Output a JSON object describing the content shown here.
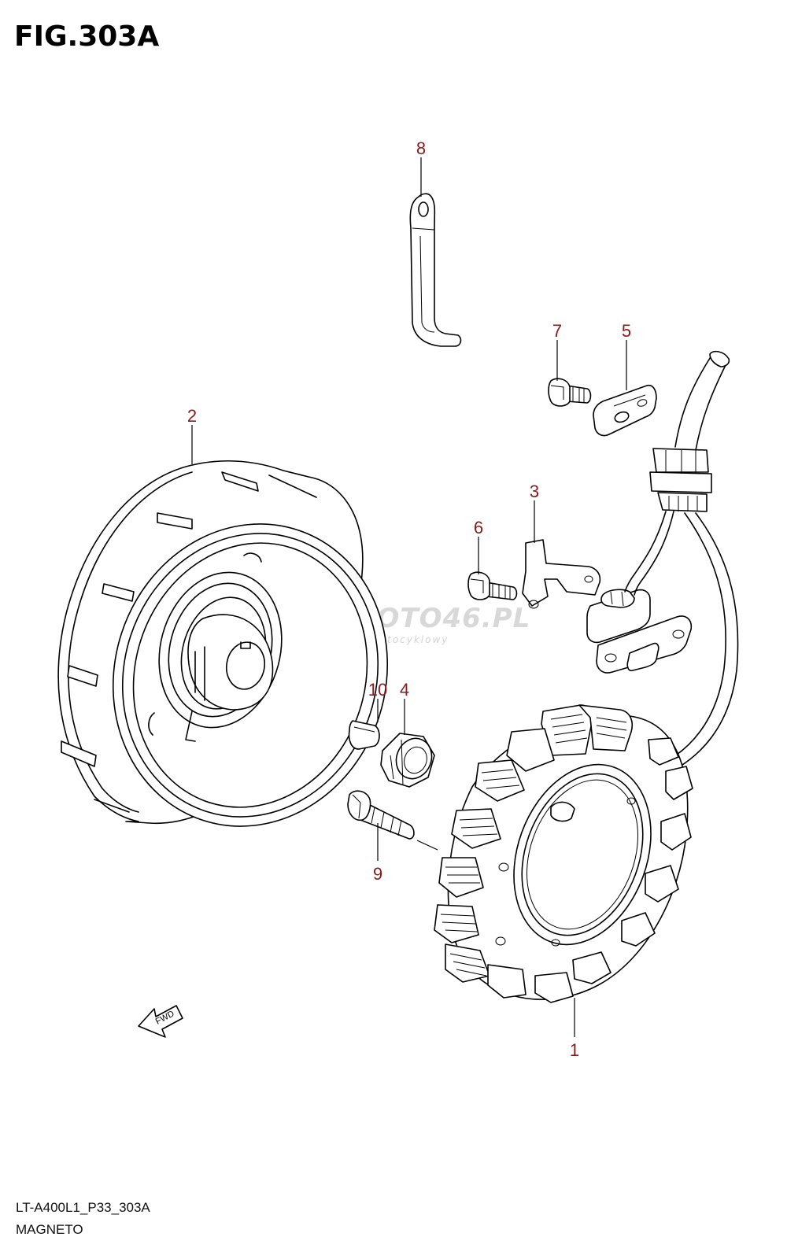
{
  "figure": {
    "title": "FIG.303A",
    "code": "LT-A400L1_P33_303A",
    "caption": "MAGNETO"
  },
  "callouts": [
    {
      "id": "1",
      "text": "1"
    },
    {
      "id": "2",
      "text": "2"
    },
    {
      "id": "3",
      "text": "3"
    },
    {
      "id": "4",
      "text": "4"
    },
    {
      "id": "5",
      "text": "5"
    },
    {
      "id": "6",
      "text": "6"
    },
    {
      "id": "7",
      "text": "7"
    },
    {
      "id": "8",
      "text": "8"
    },
    {
      "id": "9",
      "text": "9"
    },
    {
      "id": "10",
      "text": "10"
    }
  ],
  "watermark": {
    "logo_text": "SKLEPMOTO46.PL",
    "tagline": "internetowy sklep motocyklowy"
  },
  "direction_arrow": {
    "label": "FWD",
    "icon": "forward-arrow-icon"
  },
  "colors": {
    "callout": "#8b1a1a",
    "lines": "#000000",
    "background": "#ffffff"
  }
}
